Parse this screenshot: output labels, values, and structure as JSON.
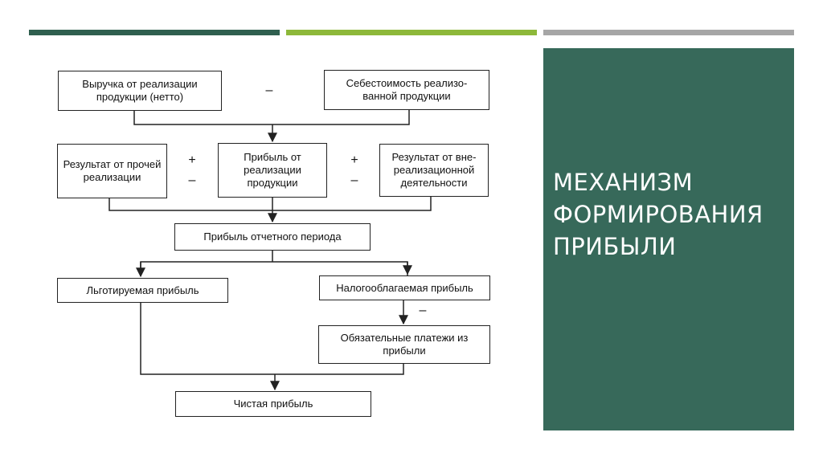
{
  "title": "МЕХАНИЗМ ФОРМИРОВАНИЯ ПРИБЫЛИ",
  "colors": {
    "stripe_1": "#2f5f4f",
    "stripe_2": "#8db83a",
    "stripe_3": "#a6a6a6",
    "title_panel": "#37695a"
  },
  "diagram": {
    "revenue": "Выручка от реализации продукции (нетто)",
    "cost": "Себестоимость реализо- ванной продукции",
    "other_result": "Результат от прочей реализации",
    "sales_profit": "Прибыль от реализации продукции",
    "nonoperating_result": "Результат от вне- реализационной деятельности",
    "period_profit": "Прибыль отчетного периода",
    "preferential_profit": "Льготируемая прибыль",
    "taxable_profit": "Налогооблагаемая прибыль",
    "mandatory_payments": "Обязательные платежи из прибыли",
    "net_profit": "Чистая прибыль",
    "minus": "–",
    "plus": "+"
  }
}
